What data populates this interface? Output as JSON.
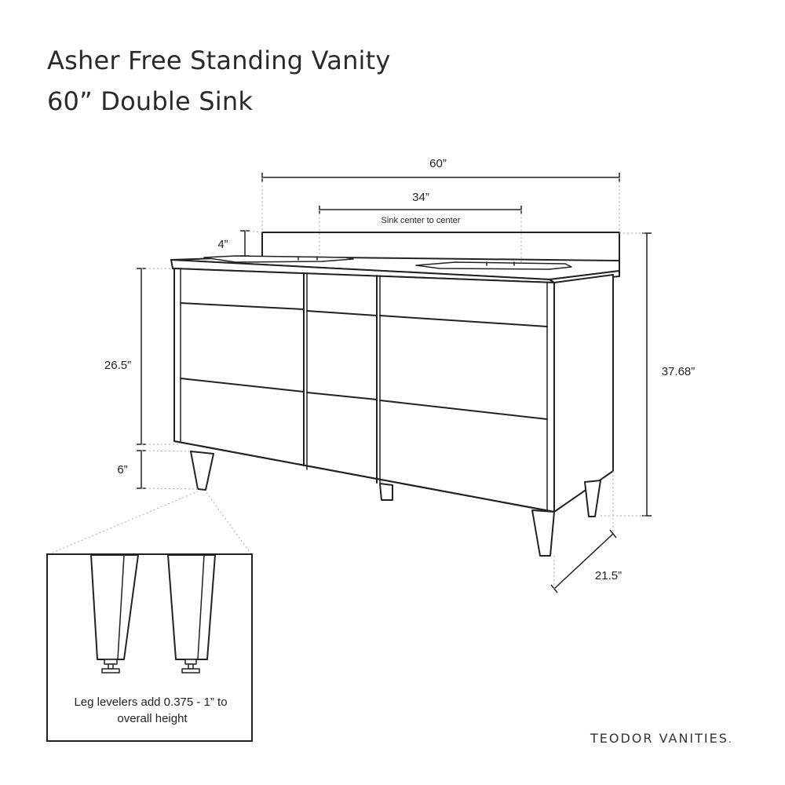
{
  "title": {
    "line1": "Asher Free Standing Vanity",
    "line2": "60”  Double Sink"
  },
  "dimensions": {
    "width": "60”",
    "sink_spacing": "34”",
    "sink_spacing_note": "Sink center to center",
    "backsplash_height": "4”",
    "cabinet_height": "26.5”",
    "leg_height": "6”",
    "overall_height": "37.68”",
    "depth": "21.5”"
  },
  "inset": {
    "note_line1": "Leg levelers add 0.375 - 1” to",
    "note_line2": "overall height"
  },
  "brand": {
    "name": "TEODOR VANITIES",
    "mark": "."
  }
}
